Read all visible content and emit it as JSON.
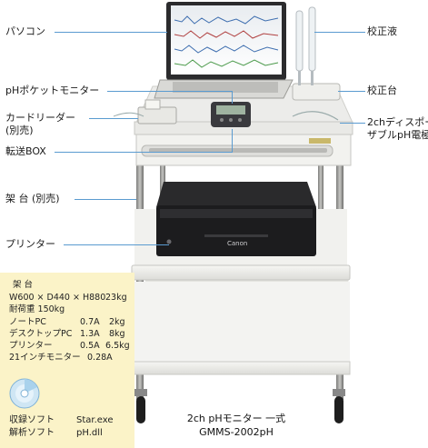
{
  "callouts": {
    "pc": "パソコン",
    "ph_monitor": "pHポケットモニター",
    "card_reader_1": "カードリーダー",
    "card_reader_2": "(別売)",
    "transfer_box": "転送BOX",
    "stand": "架 台 (別売)",
    "printer": "プリンター",
    "calib_liquid": "校正液",
    "calib_stand": "校正台",
    "electrode_1": "2chディスポー",
    "electrode_2": "ザブルpH電極"
  },
  "spec": {
    "title": "架 台",
    "size": "W600 × D440 × H880",
    "weight": "23kg",
    "load": "耐荷重 150kg",
    "rows": [
      {
        "name": "ノートPC",
        "amp": "0.7A",
        "kg": "2kg"
      },
      {
        "name": "デスクトップPC",
        "amp": "1.3A",
        "kg": "8kg"
      },
      {
        "name": "プリンター",
        "amp": "0.5A",
        "kg": "6.5kg"
      },
      {
        "name": "21インチモニター",
        "amp": "0.28A",
        "kg": ""
      }
    ]
  },
  "software": {
    "row1_label": "収録ソフト",
    "row1_value": "Star.exe",
    "row2_label": "解析ソフト",
    "row2_value": "pH.dll"
  },
  "caption": {
    "line1": "2ch pHモニター 一式",
    "line2": "GMMS-2002pH"
  },
  "printer_brand": "Canon",
  "colors": {
    "callout_line": "#5a9bd0",
    "spec_bg": "#fbf3c8",
    "cart": "#ecece8",
    "frame": "#9a9a98",
    "printer": "#1c1c1e"
  }
}
